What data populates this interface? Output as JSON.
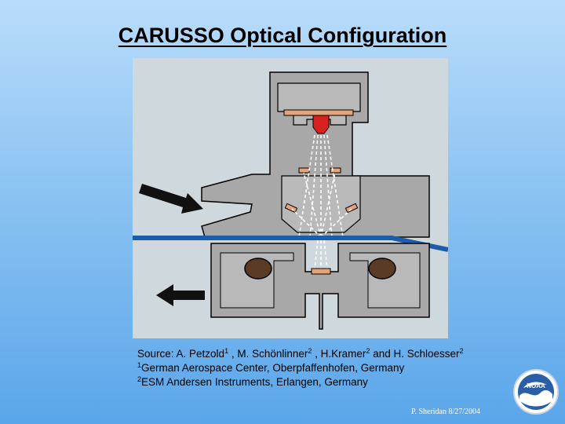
{
  "slide": {
    "title": "CARUSSO Optical Configuration",
    "footer": "P. Sheridan  8/27/2004"
  },
  "source": {
    "line1_prefix": "Source: A. Petzold",
    "sup1": "1",
    "line1_mid": " , M. Schönlinner",
    "sup2": "2",
    "line1_mid2": " , H.Kramer",
    "sup3": "2",
    "line1_end": "  and H. Schloesser",
    "sup4": "2",
    "aff1_num": "1",
    "aff1_text": "German Aerospace Center, Oberpfaffenhofen, Germany",
    "aff2_num": "2",
    "aff2_text": "ESM Andersen Instruments, Erlangen, Germany"
  },
  "logo": {
    "text": "NOAA"
  },
  "colors": {
    "background_top": "#b9dcfb",
    "background_bottom": "#5aa6ea",
    "housing": "#a8a8a8",
    "filter_band": "#1b5cab",
    "light_source": "#d8221f",
    "detector": "#e8a27a"
  }
}
